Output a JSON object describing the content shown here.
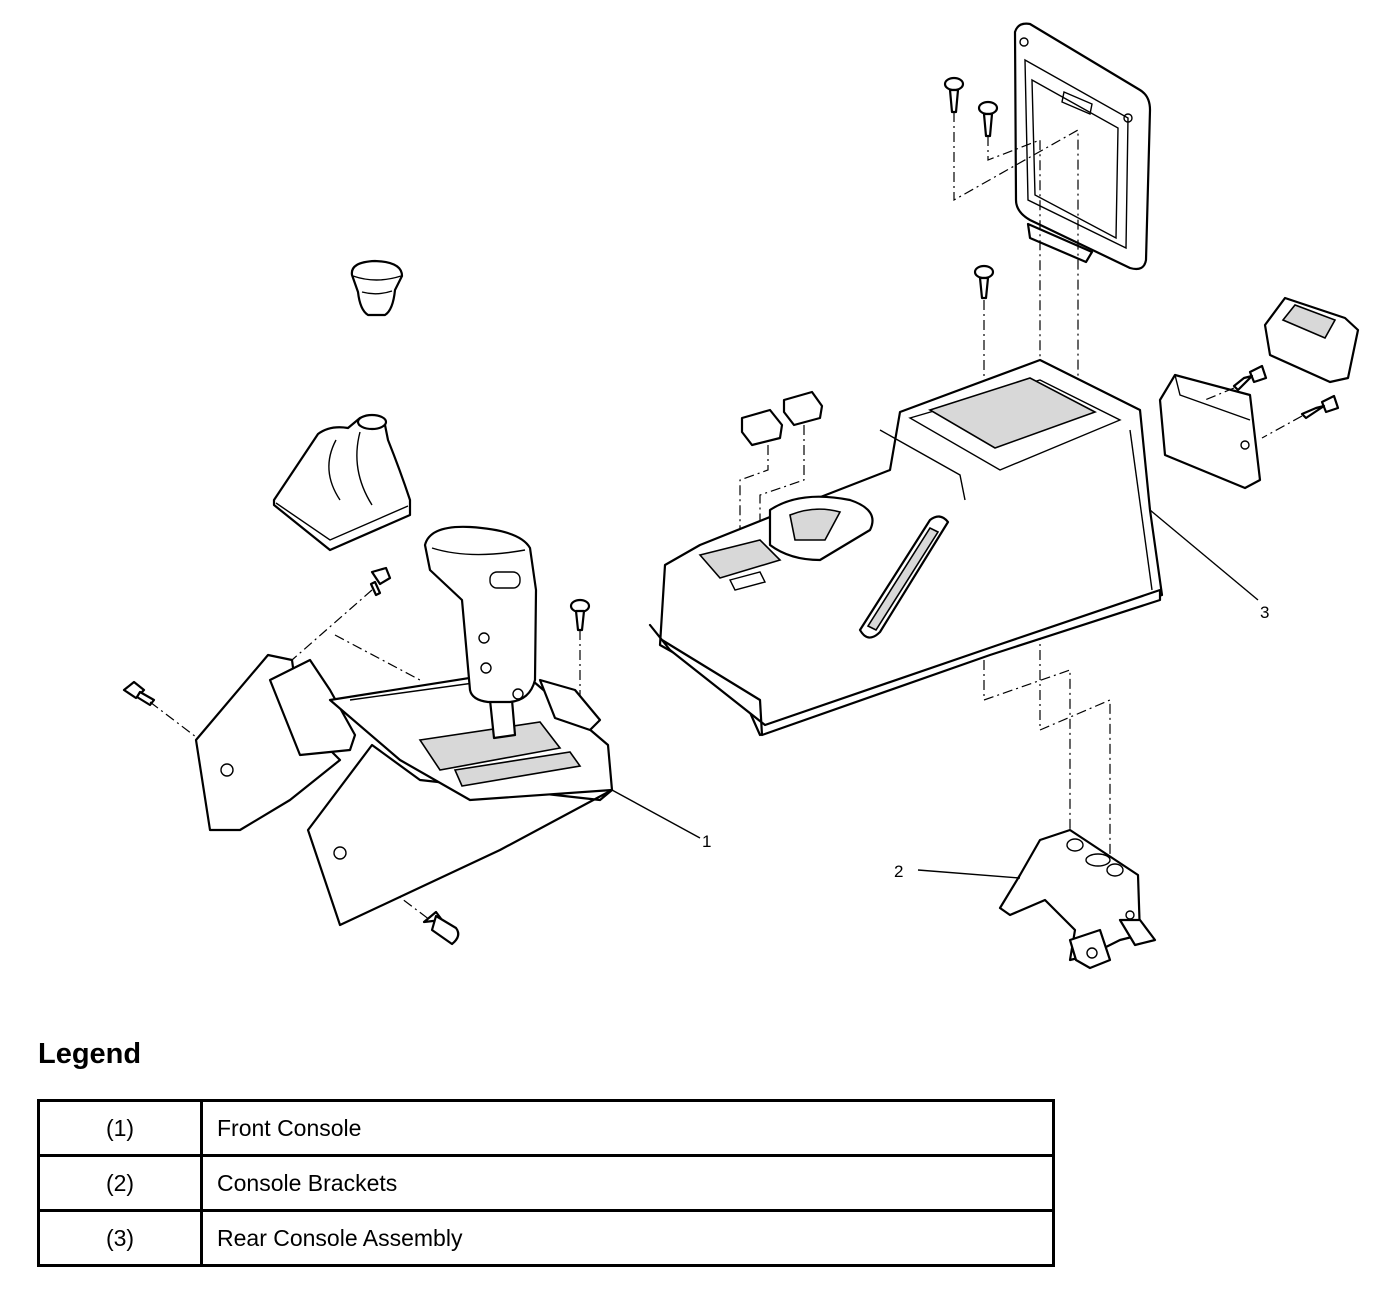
{
  "callouts": [
    "1",
    "2",
    "3"
  ],
  "legend": {
    "title": "Legend",
    "rows": [
      {
        "num": "(1)",
        "desc": "Front Console"
      },
      {
        "num": "(2)",
        "desc": "Console Brackets"
      },
      {
        "num": "(3)",
        "desc": "Rear Console Assembly"
      }
    ]
  }
}
